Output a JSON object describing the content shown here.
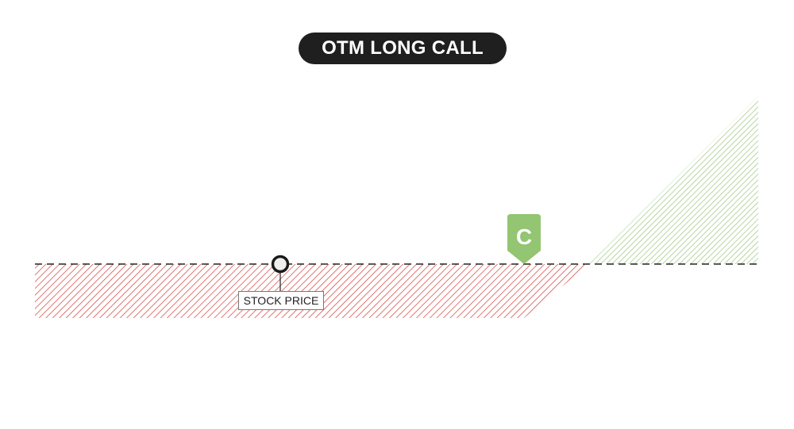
{
  "title": "OTM LONG CALL",
  "strike_marker": {
    "letter": "C",
    "color": "#93c572"
  },
  "stock_price_label": "STOCK PRICE",
  "colors": {
    "loss": "#d9534f",
    "profit": "#93c572",
    "axis": "#222222",
    "title_bg": "#1f1f1f"
  }
}
